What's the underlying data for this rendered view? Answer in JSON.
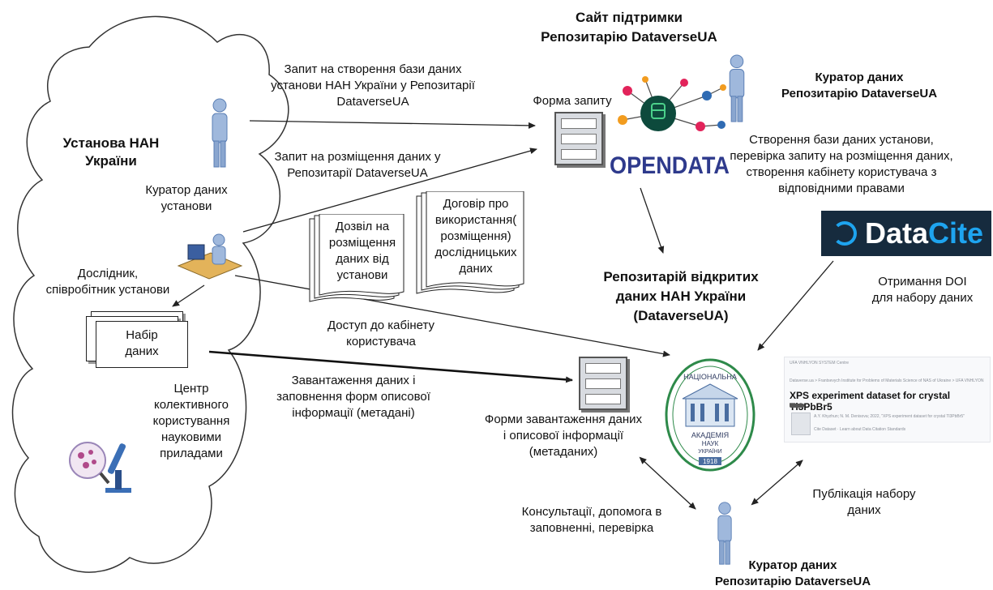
{
  "org": {
    "title": "Установа НАН\nУкраїни",
    "curator": "Куратор даних\nустанови",
    "researcher": "Дослідник,\nспівробітник установи",
    "dataset": "Набір\nданих",
    "center": "Центр\nколективного\nкористування\nнауковими\nприладами"
  },
  "site": {
    "title": "Сайт підтримки\nРепозитарію DataverseUA",
    "form_request": "Форма запиту",
    "opendata_logo": "OPENDATA"
  },
  "curator_top": {
    "label": "Куратор даних\nРепозитарію DataverseUA",
    "tasks": "Створення бази даних установи,\nперевірка запиту на розміщення даних,\nстворення кабінету користувача з\nвідповідними правами"
  },
  "flows": {
    "request_db": "Запит на створення бази даних\nустанови НАН України у Репозитарії\nDataverseUA",
    "request_placement": "Запит на розміщення даних у\nРепозитарії DataverseUA",
    "access": "Доступ до кабінету\nкористувача",
    "upload": "Завантаження даних і\nзаповнення форм описової\nінформації (метадані)",
    "doi": "Отримання DOI\nдля набору даних",
    "publish": "Публікація набору\nданих",
    "consult": "Консультації, допомога в\nзаповненні, перевірка"
  },
  "docs": {
    "permission": "Дозвіл на\nрозміщення\nданих від\nустанови",
    "agreement": "Договір про\nвикористання(\nрозміщення)\nдослідницьких\nданих"
  },
  "repository": {
    "title": "Репозитарій відкритих\nданих  НАН України\n(DataverseUA)",
    "forms": "Форми завантаження даних\nі описової інформації\n(метаданих)"
  },
  "datacite": {
    "part1": "Data",
    "part2": "Cite"
  },
  "nas_logo": {
    "top": "НАЦІОНАЛЬНА",
    "bottom1": "АКАДЕМІЯ",
    "bottom2": "НАУК",
    "bottom3": "УКРАЇНИ",
    "year": "1918"
  },
  "dataset_page": {
    "header": "UFA VNHLYON SYSTEM Centre",
    "breadcrumb": "Dataverse.ua > Frantsevych Institute for Problems of Materials Science of NAS of Ukraine > UFA VNHLYON SYSTEM Centre",
    "title": "XPS experiment dataset for crystal Tl3PbBr5",
    "citation": "A.Y. Khyzhun; N. M. Denisova; 2022, \"XPS experiment dataset for crystal Tl3PbBr5\"",
    "links": "Cite Dataset  ·  Learn about Data Citation Standards"
  },
  "curator_bottom": {
    "label": "Куратор даних\nРепозитарію DataverseUA"
  },
  "colors": {
    "person_body": "#9fb8dc",
    "person_dark": "#5b7fb5",
    "arrow": "#222222",
    "cloud": "#333333",
    "datacite_bg": "#162b3e",
    "datacite_accent": "#1ea4ef"
  }
}
